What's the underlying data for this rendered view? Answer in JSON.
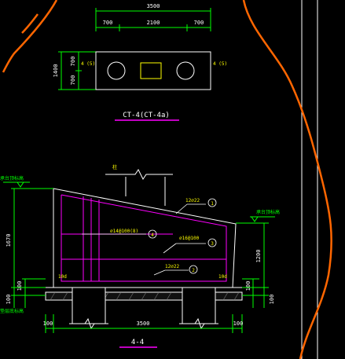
{
  "colors": {
    "background": "#000000",
    "outline": "#ffffff",
    "dimension": "#00ff00",
    "rebar": "#ff00ff",
    "label": "#ffff00",
    "sketch": "#ff6600",
    "callout": "#00ffff"
  },
  "plan": {
    "overall_dim": "3500",
    "segment_dims": [
      "700",
      "2100",
      "700"
    ],
    "depth_dim": "1400",
    "side_dims": [
      "700",
      "700"
    ],
    "side_tag_left": "4 (5)",
    "side_tag_right": "4 (5)",
    "title": "CT-4(CT-4a)"
  },
  "section": {
    "title": "4-4",
    "bottom_dim": "3500",
    "edge_dims": [
      "100",
      "100"
    ],
    "left_height": "1670",
    "right_height": "1200",
    "left_low_dims": [
      "100",
      "100"
    ],
    "right_low_dims": [
      "100",
      "100"
    ],
    "column_tag": "柱",
    "left_elev_label": "承台顶标高",
    "right_elev_label": "承台顶标高",
    "bottom_elev_label": "垫层底标高",
    "rebar_top": "12⌀22",
    "rebar_top_no": "1",
    "rebar_bottom": "12⌀22",
    "rebar_bottom_no": "2",
    "rebar_mid": "⌀16@100",
    "rebar_mid_no": "3",
    "rebar_stirrup": "⌀14@100(8)",
    "rebar_stirrup_no": "4",
    "left_anchor": "10d",
    "right_anchor": "10d"
  }
}
